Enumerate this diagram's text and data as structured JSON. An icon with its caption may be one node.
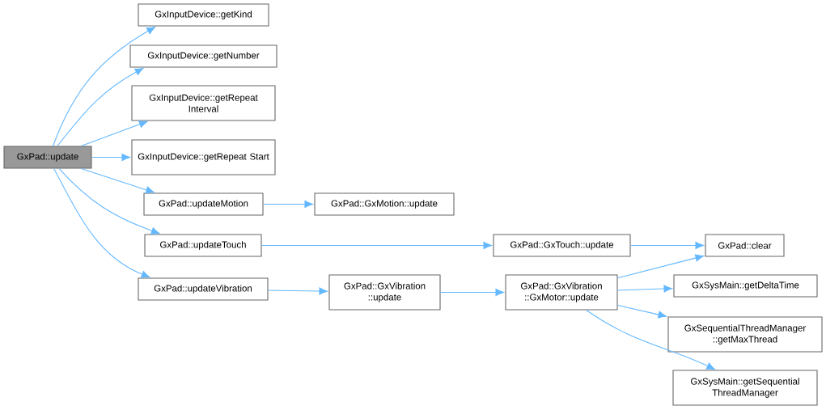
{
  "diagram": {
    "nodes": [
      {
        "text": [
          "GxPad::update"
        ]
      },
      {
        "text": [
          "GxInputDevice::getKind"
        ]
      },
      {
        "text": [
          "GxInputDevice::getNumber"
        ]
      },
      {
        "text": [
          "GxInputDevice::getRepeat Interval"
        ]
      },
      {
        "text": [
          "GxInputDevice::getRepeat Start"
        ]
      },
      {
        "text": [
          "GxPad::updateMotion"
        ]
      },
      {
        "text": [
          "GxPad::updateTouch"
        ]
      },
      {
        "text": [
          "GxPad::updateVibration"
        ]
      },
      {
        "text": [
          "GxPad::GxMotion::update"
        ]
      },
      {
        "text": [
          "GxPad::GxVibration ::update"
        ]
      },
      {
        "text": [
          "GxPad::GxTouch::update"
        ]
      },
      {
        "text": [
          "GxPad::GxVibration ::GxMotor::update"
        ]
      },
      {
        "text": [
          "GxPad::clear"
        ]
      },
      {
        "text": [
          "GxSysMain::getDeltaTime"
        ]
      },
      {
        "text": [
          "GxSequentialThreadManager ::getMaxThread"
        ]
      },
      {
        "text": [
          "GxSysMain::getSequential ThreadManager"
        ]
      }
    ],
    "edges": [
      {
        "from": 0,
        "to": 1,
        "arrow": "to"
      },
      {
        "from": 0,
        "to": 2,
        "arrow": "to"
      },
      {
        "from": 0,
        "to": 3,
        "arrow": "to"
      },
      {
        "from": 0,
        "to": 4,
        "arrow": "to"
      },
      {
        "from": 0,
        "to": 5,
        "arrow": "to"
      },
      {
        "from": 0,
        "to": 6,
        "arrow": "to"
      },
      {
        "from": 0,
        "to": 7,
        "arrow": "to"
      },
      {
        "from": 5,
        "to": 8,
        "arrow": "to"
      },
      {
        "from": 6,
        "to": 10,
        "arrow": "to"
      },
      {
        "from": 7,
        "to": 9,
        "arrow": "to"
      },
      {
        "from": 10,
        "to": 12,
        "arrow": "to"
      },
      {
        "from": 9,
        "to": 11,
        "arrow": "to"
      },
      {
        "from": 11,
        "to": 12,
        "arrow": "to"
      },
      {
        "from": 11,
        "to": 13,
        "arrow": "to"
      },
      {
        "from": 11,
        "to": 14,
        "arrow": "to"
      },
      {
        "from": 11,
        "to": 15,
        "arrow": "to"
      }
    ]
  }
}
